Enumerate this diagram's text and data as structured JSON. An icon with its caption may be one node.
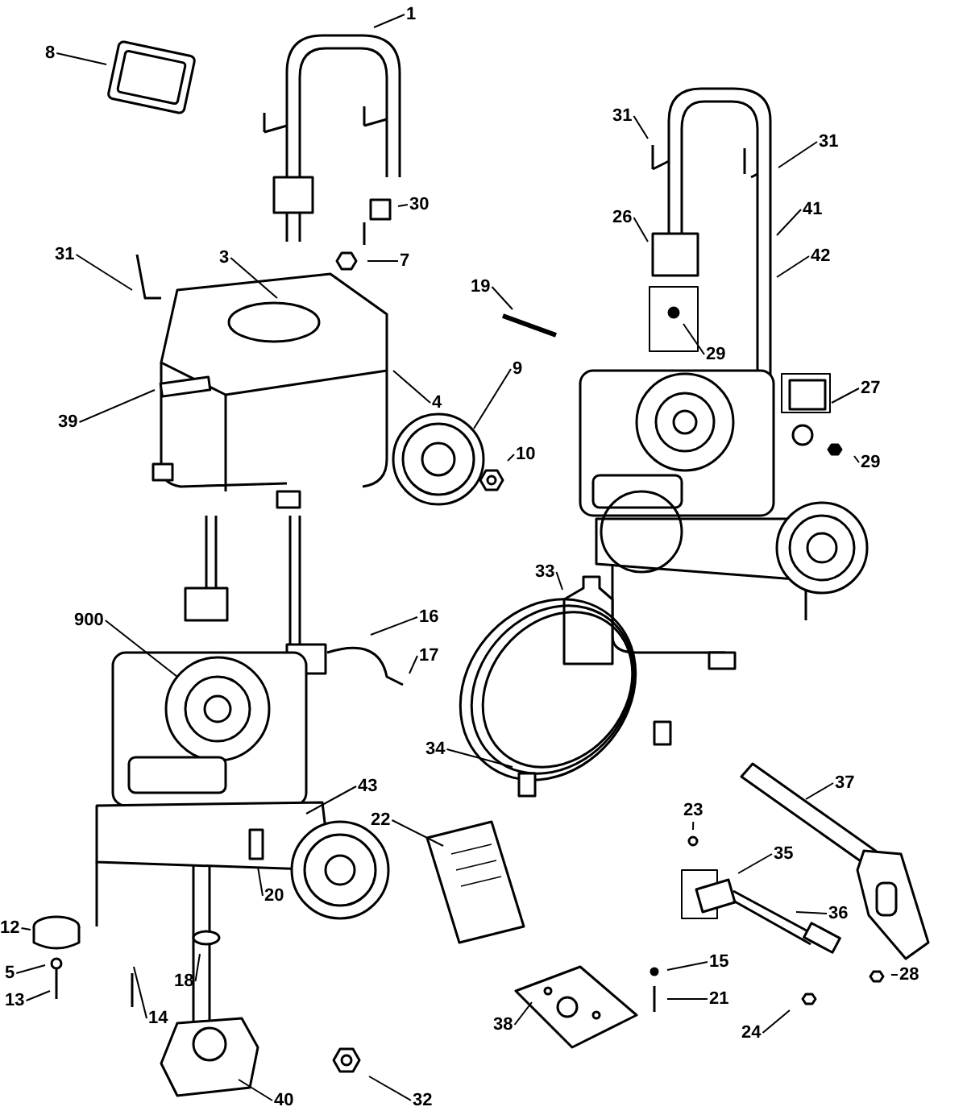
{
  "diagram": {
    "nodes": [
      {
        "text": [
          "1"
        ]
      },
      {
        "text": [
          "8"
        ]
      },
      {
        "text": [
          "31"
        ]
      },
      {
        "text": [
          "31"
        ]
      },
      {
        "text": [
          "31"
        ]
      },
      {
        "text": [
          "30"
        ]
      },
      {
        "text": [
          "26"
        ]
      },
      {
        "text": [
          "41"
        ]
      },
      {
        "text": [
          "3"
        ]
      },
      {
        "text": [
          "7"
        ]
      },
      {
        "text": [
          "42"
        ]
      },
      {
        "text": [
          "19"
        ]
      },
      {
        "text": [
          "29"
        ]
      },
      {
        "text": [
          "9"
        ]
      },
      {
        "text": [
          "27"
        ]
      },
      {
        "text": [
          "4"
        ]
      },
      {
        "text": [
          "39"
        ]
      },
      {
        "text": [
          "10"
        ]
      },
      {
        "text": [
          "29"
        ]
      },
      {
        "text": [
          "33"
        ]
      },
      {
        "text": [
          "900"
        ]
      },
      {
        "text": [
          "16"
        ]
      },
      {
        "text": [
          "17"
        ]
      },
      {
        "text": [
          "34"
        ]
      },
      {
        "text": [
          "43"
        ]
      },
      {
        "text": [
          "37"
        ]
      },
      {
        "text": [
          "22"
        ]
      },
      {
        "text": [
          "23"
        ]
      },
      {
        "text": [
          "35"
        ]
      },
      {
        "text": [
          "20"
        ]
      },
      {
        "text": [
          "36"
        ]
      },
      {
        "text": [
          "12"
        ]
      },
      {
        "text": [
          "15"
        ]
      },
      {
        "text": [
          "5"
        ]
      },
      {
        "text": [
          "18"
        ]
      },
      {
        "text": [
          "28"
        ]
      },
      {
        "text": [
          "13"
        ]
      },
      {
        "text": [
          "21"
        ]
      },
      {
        "text": [
          "14"
        ]
      },
      {
        "text": [
          "24"
        ]
      },
      {
        "text": [
          "38"
        ]
      },
      {
        "text": [
          "40"
        ]
      },
      {
        "text": [
          "32"
        ]
      }
    ],
    "edges": [
      {
        "from": 0,
        "to": null,
        "arrow": "none"
      },
      {
        "from": 1,
        "to": null,
        "arrow": "none"
      },
      {
        "from": 2,
        "to": null,
        "arrow": "none"
      },
      {
        "from": 3,
        "to": null,
        "arrow": "none"
      },
      {
        "from": 4,
        "to": null,
        "arrow": "none"
      },
      {
        "from": 5,
        "to": null,
        "arrow": "none"
      },
      {
        "from": 6,
        "to": null,
        "arrow": "none"
      },
      {
        "from": 7,
        "to": null,
        "arrow": "none"
      },
      {
        "from": 8,
        "to": null,
        "arrow": "none"
      },
      {
        "from": 9,
        "to": null,
        "arrow": "none"
      },
      {
        "from": 10,
        "to": null,
        "arrow": "none"
      },
      {
        "from": 11,
        "to": null,
        "arrow": "none"
      },
      {
        "from": 12,
        "to": null,
        "arrow": "none"
      },
      {
        "from": 13,
        "to": null,
        "arrow": "none"
      },
      {
        "from": 14,
        "to": null,
        "arrow": "none"
      },
      {
        "from": 15,
        "to": null,
        "arrow": "none"
      },
      {
        "from": 16,
        "to": null,
        "arrow": "none"
      },
      {
        "from": 17,
        "to": null,
        "arrow": "none"
      },
      {
        "from": 18,
        "to": null,
        "arrow": "none"
      },
      {
        "from": 19,
        "to": null,
        "arrow": "none"
      },
      {
        "from": 20,
        "to": null,
        "arrow": "none"
      },
      {
        "from": 21,
        "to": null,
        "arrow": "none"
      },
      {
        "from": 22,
        "to": null,
        "arrow": "none"
      },
      {
        "from": 23,
        "to": null,
        "arrow": "none"
      },
      {
        "from": 24,
        "to": null,
        "arrow": "none"
      },
      {
        "from": 25,
        "to": null,
        "arrow": "none"
      },
      {
        "from": 26,
        "to": null,
        "arrow": "none"
      },
      {
        "from": 27,
        "to": null,
        "arrow": "none"
      },
      {
        "from": 28,
        "to": null,
        "arrow": "none"
      },
      {
        "from": 29,
        "to": null,
        "arrow": "none"
      },
      {
        "from": 30,
        "to": null,
        "arrow": "none"
      },
      {
        "from": 31,
        "to": null,
        "arrow": "none"
      },
      {
        "from": 32,
        "to": null,
        "arrow": "none"
      },
      {
        "from": 33,
        "to": null,
        "arrow": "none"
      },
      {
        "from": 34,
        "to": null,
        "arrow": "none"
      },
      {
        "from": 35,
        "to": null,
        "arrow": "none"
      },
      {
        "from": 36,
        "to": null,
        "arrow": "none"
      },
      {
        "from": 37,
        "to": null,
        "arrow": "none"
      },
      {
        "from": 38,
        "to": null,
        "arrow": "none"
      },
      {
        "from": 39,
        "to": null,
        "arrow": "none"
      },
      {
        "from": 40,
        "to": null,
        "arrow": "none"
      },
      {
        "from": 41,
        "to": null,
        "arrow": "none"
      },
      {
        "from": 42,
        "to": null,
        "arrow": "none"
      }
    ]
  }
}
